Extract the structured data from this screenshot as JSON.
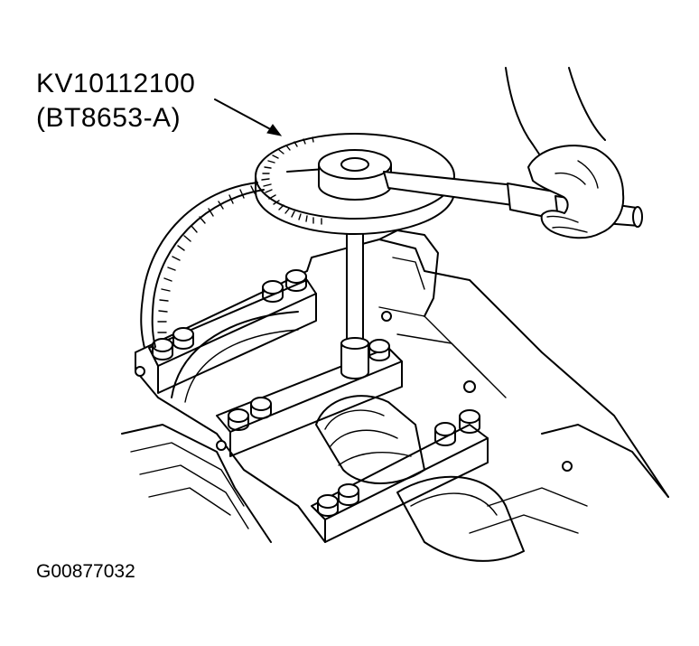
{
  "labels": {
    "tool_part_number": "KV10112100",
    "tool_alt_number": "(BT8653-A)",
    "figure_id": "G00877032"
  }
}
